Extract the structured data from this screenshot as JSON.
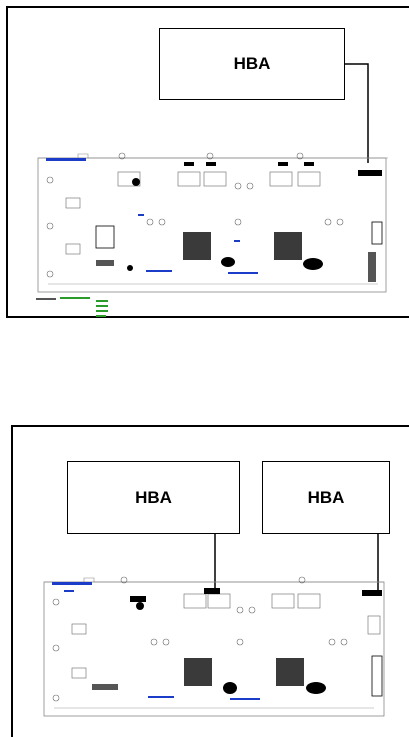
{
  "diagrams": [
    {
      "adapters": [
        {
          "label": "HBA"
        }
      ]
    },
    {
      "adapters": [
        {
          "label": "HBA"
        },
        {
          "label": "HBA"
        }
      ]
    }
  ],
  "colors": {
    "line": "#000000",
    "board_outline": "#888888",
    "chip": "#3a3a3a",
    "annotation": "#1a3cc8",
    "legend_green": "#2a9a2a"
  }
}
